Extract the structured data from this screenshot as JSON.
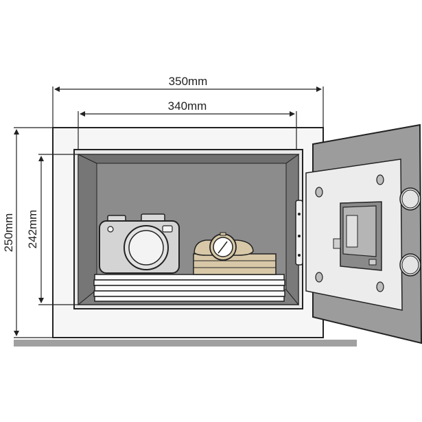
{
  "dimensions": {
    "outer_width": "350mm",
    "inner_width": "340mm",
    "outer_height": "250mm",
    "inner_height": "242mm"
  },
  "colors": {
    "line": "#222222",
    "safe_body": "#f6f6f6",
    "cavity": "#8a8a8a",
    "cavity_back": "#777777",
    "door": "#9c9c9c",
    "door_panel": "#f2f2f2",
    "floor": "#a0a0a0",
    "watch_gold": "#d8c8a8"
  },
  "icons": {
    "camera": "camera-icon",
    "watch": "wristwatch-icon",
    "keypad": "lock-panel-icon"
  }
}
